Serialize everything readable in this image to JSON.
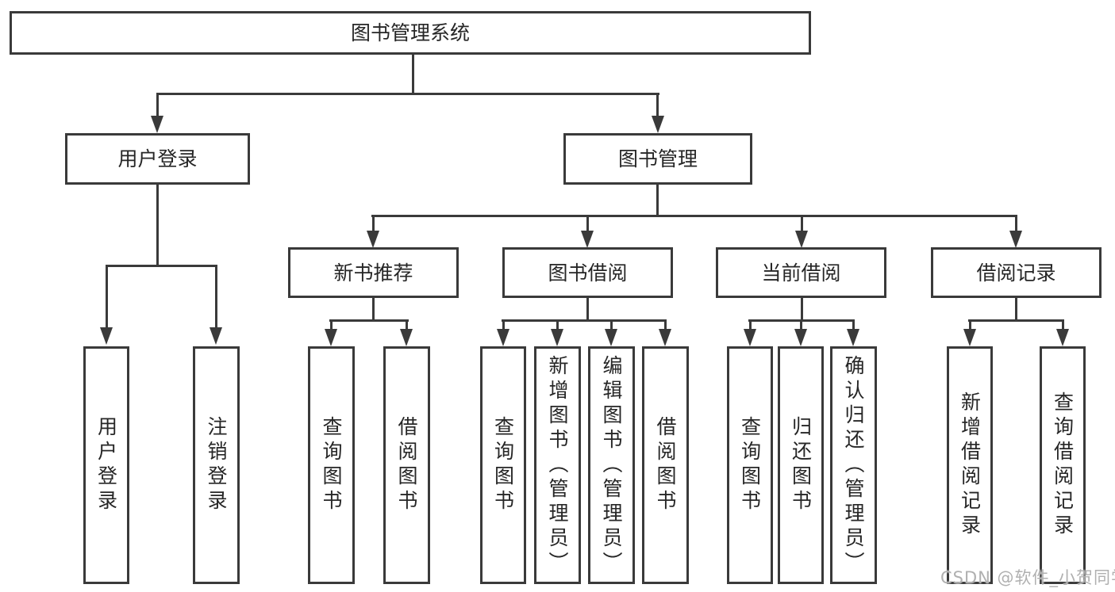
{
  "diagram": {
    "title": "图书管理系统",
    "root": {
      "label": "图书管理系统"
    },
    "level2": [
      {
        "label": "用户登录",
        "children": [
          "用户登录",
          "注销登录"
        ]
      },
      {
        "label": "图书管理",
        "children": [
          {
            "label": "新书推荐",
            "children": [
              "查询图书",
              "借阅图书"
            ]
          },
          {
            "label": "图书借阅",
            "children": [
              "查询图书",
              "新增图书（管理员）",
              "编辑图书（管理员）",
              "借阅图书"
            ]
          },
          {
            "label": "当前借阅",
            "children": [
              "查询图书",
              "归还图书",
              "确认归还（管理员）"
            ]
          },
          {
            "label": "借阅记录",
            "children": [
              "新增借阅记录",
              "查询借阅记录"
            ]
          }
        ]
      }
    ]
  },
  "watermark": {
    "text": "CSDN @软件_小贺同学"
  },
  "colors": {
    "line": "#3a3a3a",
    "text": "#262626",
    "background": "#ffffff",
    "watermark": "#b0b0b0"
  }
}
